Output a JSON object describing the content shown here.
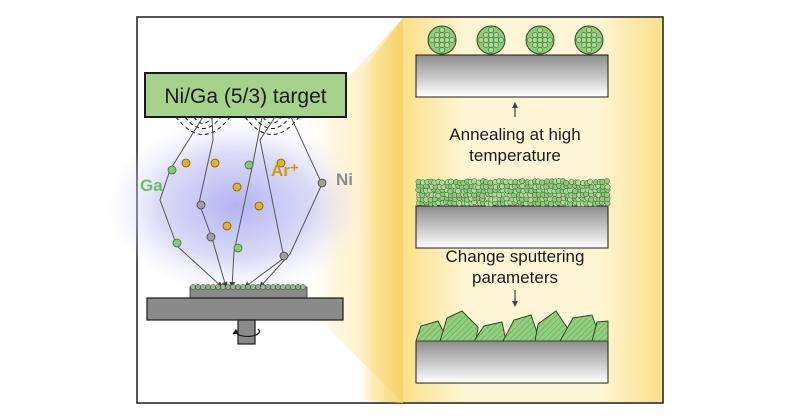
{
  "target": {
    "label": "Ni/Ga (5/3) target"
  },
  "species": {
    "ga": {
      "label": "Ga",
      "color": "#78c36a"
    },
    "ar": {
      "label": "Ar⁺",
      "color": "#d9a41c"
    },
    "ni": {
      "label": "Ni",
      "color": "#8c8c8c"
    }
  },
  "steps": {
    "annealing": {
      "line1": "Annealing at high",
      "line2": "temperature"
    },
    "sputtering": {
      "line1": "Change sputtering",
      "line2": "parameters"
    }
  },
  "colors": {
    "frame": "#1a1a1a",
    "target_fill": "#a7d28b",
    "substrate": "#8a8a8a",
    "plasma": "#c7c7f0",
    "glow": "#f7d774",
    "film_green": "#8fc97b"
  }
}
